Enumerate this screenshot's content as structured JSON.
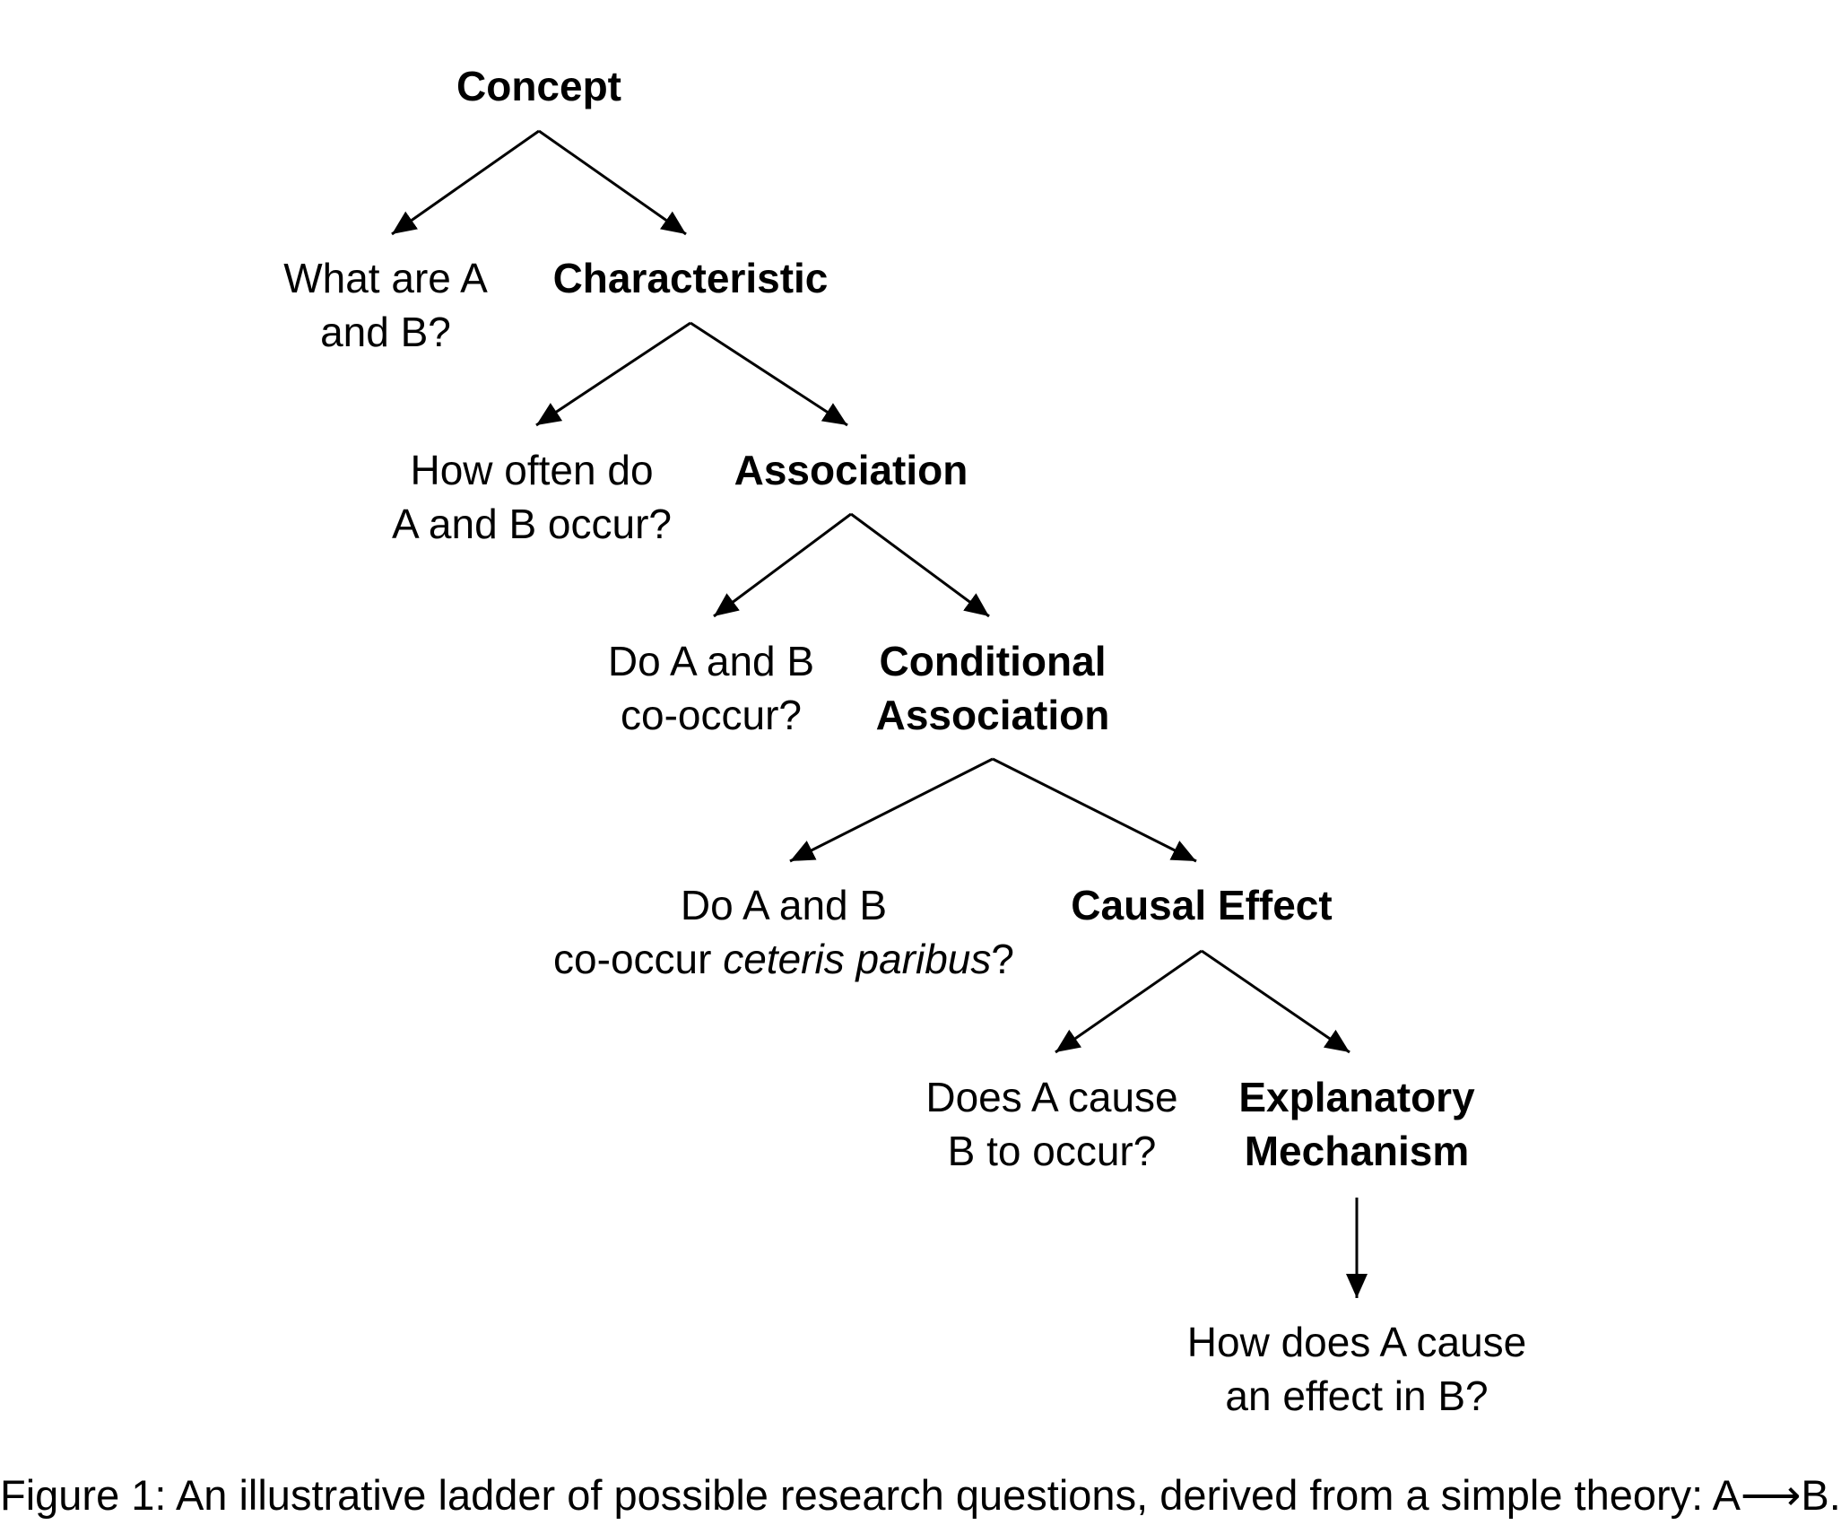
{
  "nodes": {
    "concept": "Concept",
    "q_what": [
      "What are A",
      "and B?"
    ],
    "characteristic": "Characteristic",
    "q_how_often": [
      "How often do",
      "A and B occur?"
    ],
    "association": "Association",
    "q_cooccur": [
      "Do A and B",
      "co-occur?"
    ],
    "conditional_association": [
      "Conditional",
      "Association"
    ],
    "q_ceteris": {
      "line1": "Do A and B",
      "line2_prefix": "co-occur ",
      "line2_italic": "ceteris paribus",
      "line2_suffix": "?"
    },
    "causal_effect": "Causal Effect",
    "q_cause": [
      "Does A cause",
      "B to occur?"
    ],
    "explanatory_mechanism": [
      "Explanatory",
      "Mechanism"
    ],
    "q_how_cause": [
      "How does A cause",
      "an effect in B?"
    ]
  },
  "caption": "Figure 1: An illustrative ladder of possible research questions, derived from a simple theory: A⟶B."
}
